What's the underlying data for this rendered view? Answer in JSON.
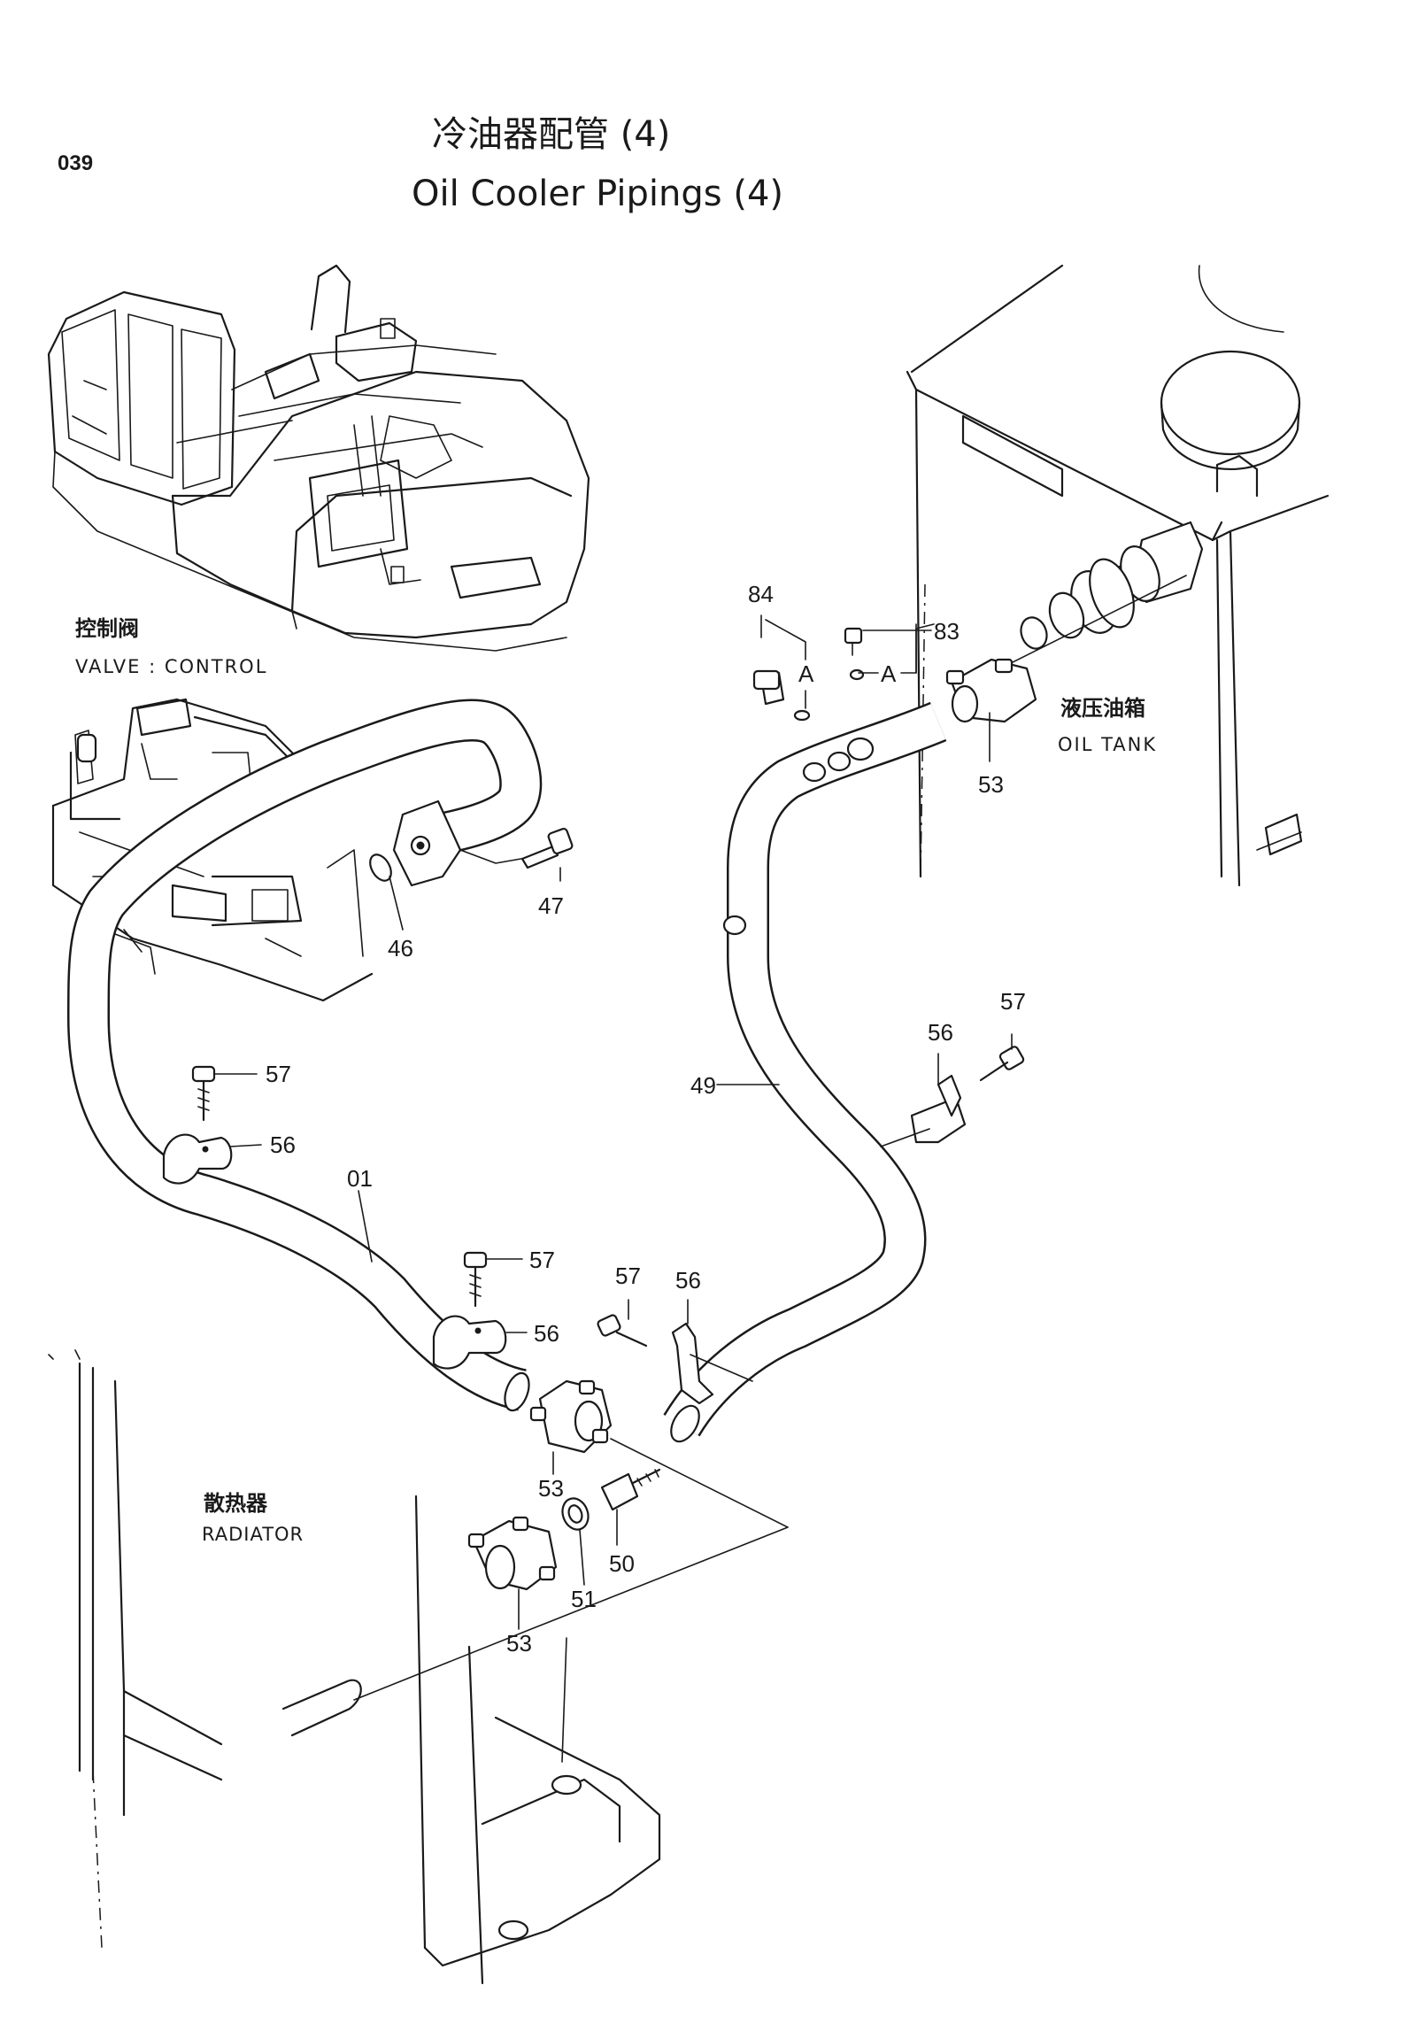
{
  "page_number": "039",
  "title_zh": "冷油器配管 (4)",
  "title_en": "Oil Cooler Pipings (4)",
  "components": {
    "valve_control": {
      "zh": "控制阀",
      "en": "VALVE : CONTROL"
    },
    "oil_tank": {
      "zh": "液压油箱",
      "en": "OIL TANK"
    },
    "radiator": {
      "zh": "散热器",
      "en": "RADIATOR"
    }
  },
  "detail_marker": "A",
  "callouts": {
    "c84": "84",
    "c83": "83",
    "c53_tank": "53",
    "c47": "47",
    "c46": "46",
    "c57_left": "57",
    "c56_left": "56",
    "c01": "01",
    "c49": "49",
    "c56_right": "56",
    "c57_right": "57",
    "c57_mid": "57",
    "c56_mid": "56",
    "c57_center": "57",
    "c56_center": "56",
    "c53_mid": "53",
    "c50": "50",
    "c51": "51",
    "c53_rad": "53"
  }
}
